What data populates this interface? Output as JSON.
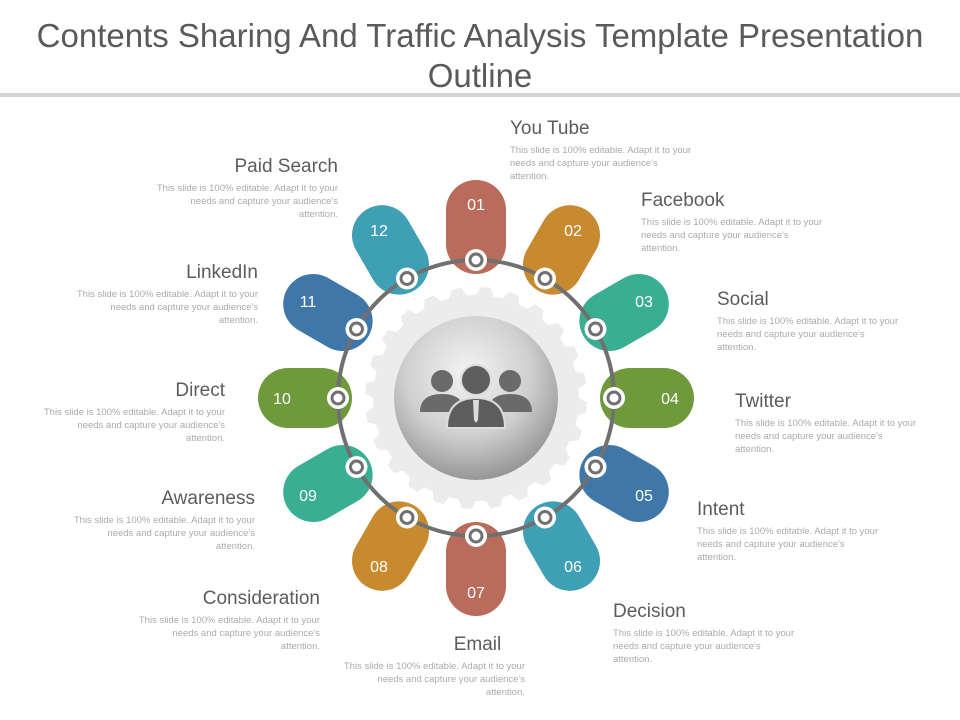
{
  "title": "Contents Sharing And Traffic Analysis Template Presentation Outline",
  "center_icon": "people-group-icon",
  "items": [
    {
      "num": "01",
      "label": "You Tube",
      "desc": "This slide is 100% editable. Adapt it to your needs and capture your audience's attention.",
      "color": "#b96b5c"
    },
    {
      "num": "02",
      "label": "Facebook",
      "desc": "This slide is 100% editable. Adapt it to your needs and capture your audience's attention.",
      "color": "#c88a2e"
    },
    {
      "num": "03",
      "label": "Social",
      "desc": "This slide is 100% editable. Adapt it to your needs and capture your audience's attention.",
      "color": "#3aae92"
    },
    {
      "num": "04",
      "label": "Twitter",
      "desc": "This slide is 100% editable. Adapt it to your needs and capture your audience's attention.",
      "color": "#6e9a3c"
    },
    {
      "num": "05",
      "label": "Intent",
      "desc": "This slide is 100% editable. Adapt it to your needs and capture your audience's attention.",
      "color": "#3f78a8"
    },
    {
      "num": "06",
      "label": "Decision",
      "desc": "This slide is 100% editable. Adapt it to your needs and capture your audience's attention.",
      "color": "#3f9fb4"
    },
    {
      "num": "07",
      "label": "Email",
      "desc": "This slide is 100% editable. Adapt it to your needs and capture your audience's attention.",
      "color": "#b96b5c"
    },
    {
      "num": "08",
      "label": "Consideration",
      "desc": "This slide is 100% editable. Adapt it to your needs and capture your audience's attention.",
      "color": "#c88a2e"
    },
    {
      "num": "09",
      "label": "Awareness",
      "desc": "This slide is 100% editable. Adapt it to your needs and capture your audience's attention.",
      "color": "#3aae92"
    },
    {
      "num": "10",
      "label": "Direct",
      "desc": "This slide is 100% editable. Adapt it to your needs and capture your audience's attention.",
      "color": "#6e9a3c"
    },
    {
      "num": "11",
      "label": "LinkedIn",
      "desc": "This slide is 100% editable. Adapt it to your needs and capture your audience's attention.",
      "color": "#3f78a8"
    },
    {
      "num": "12",
      "label": "Paid Search",
      "desc": "This slide is 100% editable. Adapt it to your needs and capture your audience's attention.",
      "color": "#3f9fb4"
    }
  ]
}
